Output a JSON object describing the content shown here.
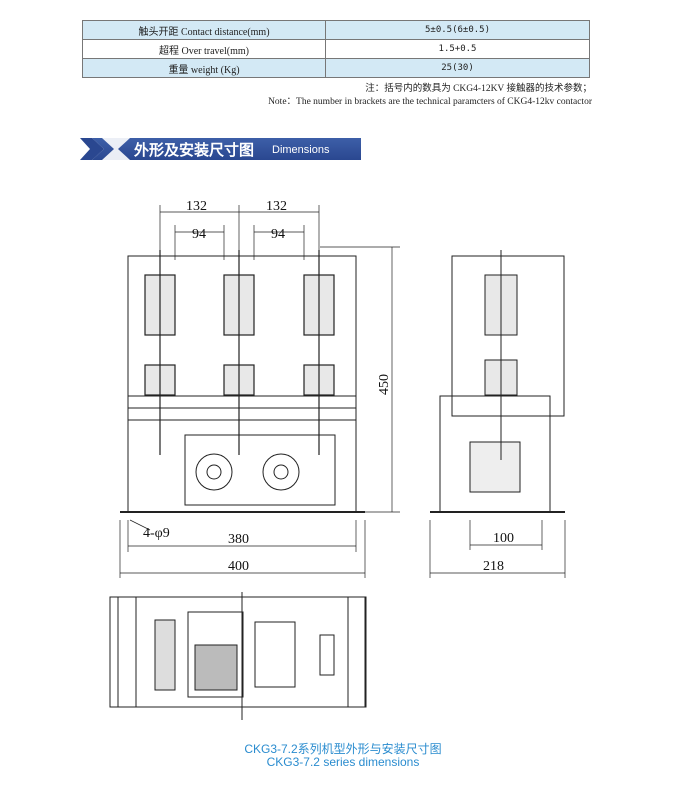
{
  "spec_table": [
    {
      "label": "触头开距 Contact distance(mm)",
      "value": "5±0.5(6±0.5)"
    },
    {
      "label": "超程 Over travel(mm)",
      "value": "1.5+0.5"
    },
    {
      "label": "重量 weight (Kg)",
      "value": "25(30)"
    }
  ],
  "notes": {
    "zh": "注：括号内的数具为 CKG4-12KV 接触器的技术参数；",
    "en": "Note：The number in brackets are the technical paramcters of CKG4-12kv contactor"
  },
  "section": {
    "title_zh": "外形及安装尺寸图",
    "title_en": "Dimensions"
  },
  "dimensions": {
    "pitch_left": "132",
    "pitch_right": "132",
    "inner_left": "94",
    "inner_right": "94",
    "height": "450",
    "holes": "4-φ9",
    "mount_width": "380",
    "total_width": "400",
    "side_mount": "100",
    "side_depth": "218"
  },
  "caption": {
    "zh": "CKG3-7.2系列机型外形与安装尺寸图",
    "en": "CKG3-7.2 series dimensions"
  }
}
